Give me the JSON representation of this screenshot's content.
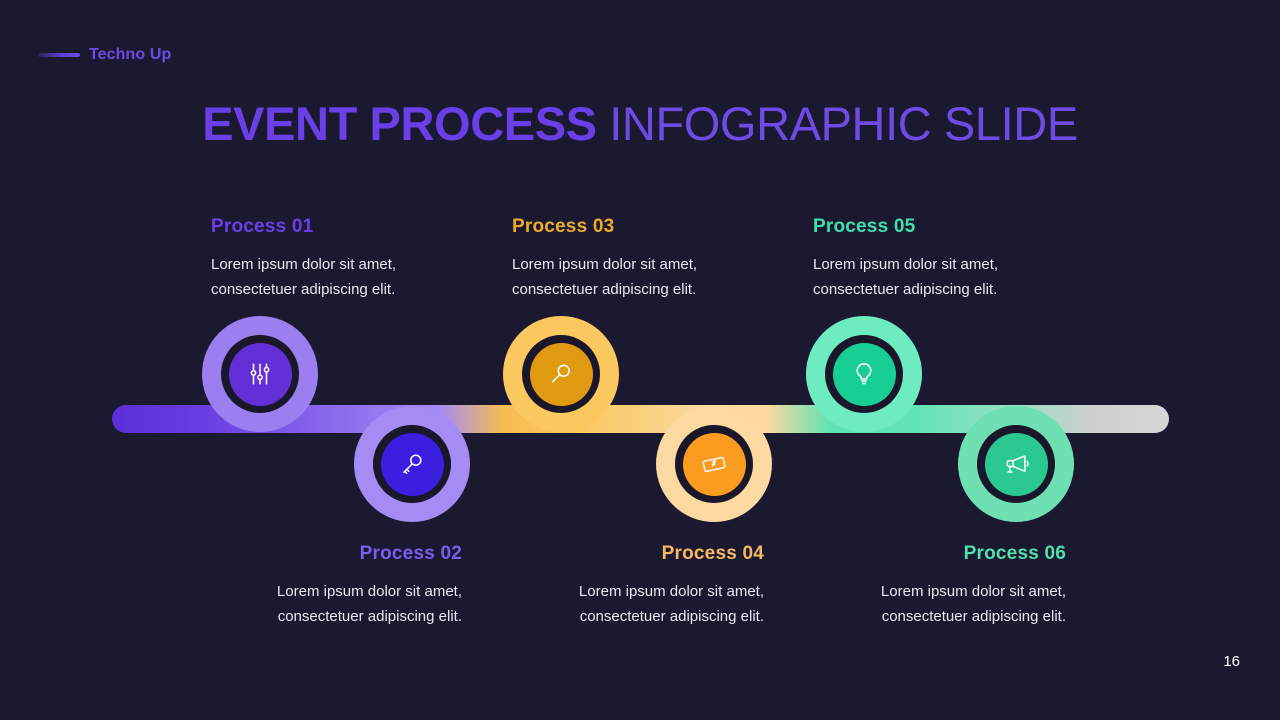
{
  "brand": {
    "name": "Techno Up"
  },
  "title": {
    "strong": "EVENT PROCESS",
    "light": " INFOGRAPHIC SLIDE"
  },
  "colors": {
    "background": "#1b1930",
    "title_strong": "#6940e8",
    "title_light": "#6d4ce6",
    "brand": "#6d4ce6",
    "purple_dark": "#6330d8",
    "purple_light": "#9b7ff0",
    "blue_violet": "#3a1fe0",
    "amber": "#e09a12",
    "gold": "#fbc85f",
    "orange": "#fb9c21",
    "tan": "#fbd9a0",
    "teal": "#17cf95",
    "mint": "#6eebc0",
    "green": "#2cc892",
    "body_text": "#e8e8f2"
  },
  "processes": [
    {
      "heading": "Process 01",
      "body_line1": "Lorem ipsum dolor sit amet,",
      "body_line2": "consectetuer adipiscing elit.",
      "heading_color": "#6940e8",
      "icon": "sliders-icon",
      "position": "top"
    },
    {
      "heading": "Process 02",
      "body_line1": "Lorem ipsum dolor sit amet,",
      "body_line2": "consectetuer adipiscing elit.",
      "heading_color": "#7a5cf0",
      "icon": "key-icon",
      "position": "bottom"
    },
    {
      "heading": "Process 03",
      "body_line1": "Lorem ipsum dolor sit amet,",
      "body_line2": "consectetuer adipiscing elit.",
      "heading_color": "#edaa2a",
      "icon": "magnifier-icon",
      "position": "top"
    },
    {
      "heading": "Process 04",
      "body_line1": "Lorem ipsum dolor sit amet,",
      "body_line2": "consectetuer adipiscing elit.",
      "heading_color": "#f7b763",
      "icon": "banknote-icon",
      "position": "bottom"
    },
    {
      "heading": "Process 05",
      "body_line1": "Lorem ipsum dolor sit amet,",
      "body_line2": "consectetuer adipiscing elit.",
      "heading_color": "#3fe0ae",
      "icon": "lightbulb-icon",
      "position": "top"
    },
    {
      "heading": "Process 06",
      "body_line1": "Lorem ipsum dolor sit amet,",
      "body_line2": "consectetuer adipiscing elit.",
      "heading_color": "#4fe0ae",
      "icon": "megaphone-icon",
      "position": "bottom"
    }
  ],
  "footer": {
    "page_number": "16"
  }
}
